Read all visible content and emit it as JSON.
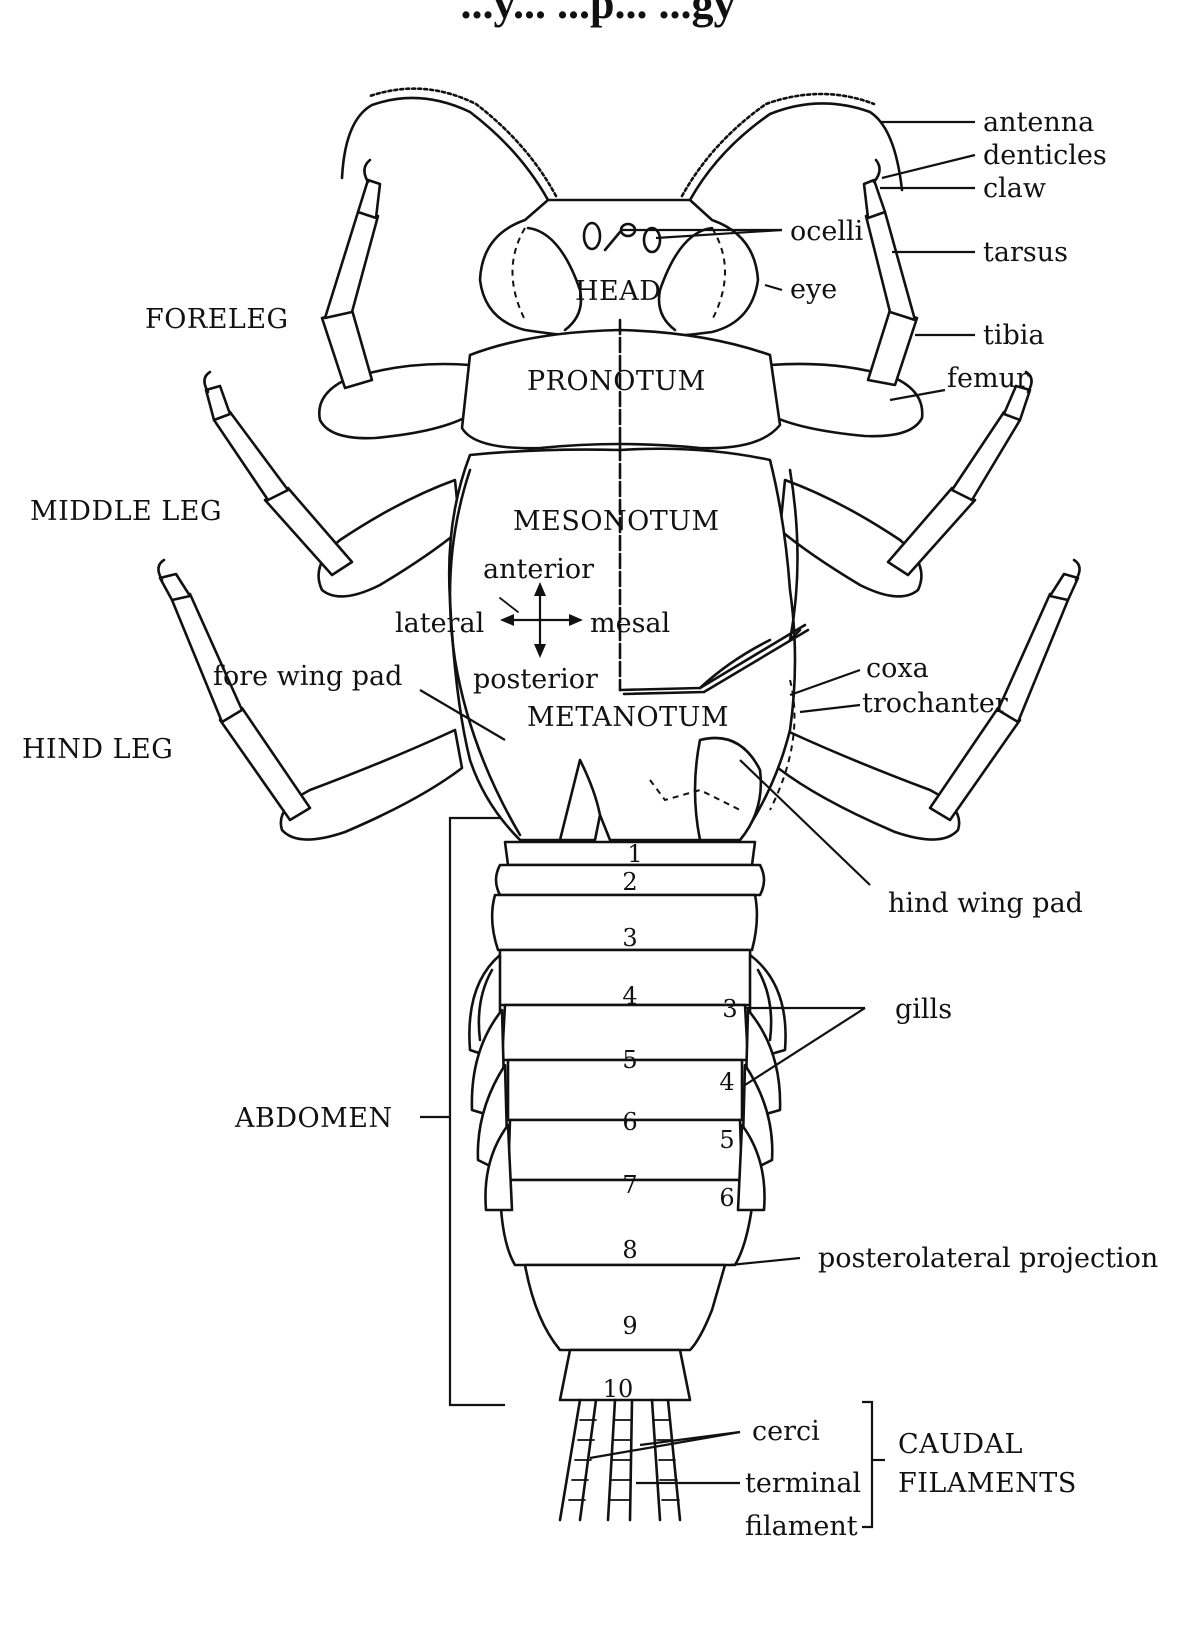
{
  "title": "...y... ...p... ...gy",
  "labels": {
    "antenna": "antenna",
    "denticles": "denticles",
    "claw": "claw",
    "ocelli": "ocelli",
    "tarsus": "tarsus",
    "eye": "eye",
    "tibia": "tibia",
    "femur": "femur",
    "foreleg": "FORELEG",
    "head": "HEAD",
    "pronotum": "PRONOTUM",
    "middle_leg": "MIDDLE LEG",
    "mesonotum": "MESONOTUM",
    "anterior": "anterior",
    "lateral": "lateral",
    "mesal": "mesal",
    "posterior": "posterior",
    "fore_wing_pad": "fore wing pad",
    "metanotum": "METANOTUM",
    "hind_leg": "HIND LEG",
    "coxa": "coxa",
    "trochanter": "trochanter",
    "hind_wing_pad": "hind wing pad",
    "gills": "gills",
    "abdomen": "ABDOMEN",
    "posterolateral_projection": "posterolateral projection",
    "cerci": "cerci",
    "terminal": "terminal",
    "filament": "filament",
    "caudal": "CAUDAL",
    "filaments": "FILAMENTS"
  },
  "segments": [
    "1",
    "2",
    "3",
    "4",
    "5",
    "6",
    "7",
    "8",
    "9",
    "10"
  ],
  "gill_numbers": [
    "3",
    "4",
    "5",
    "6"
  ]
}
